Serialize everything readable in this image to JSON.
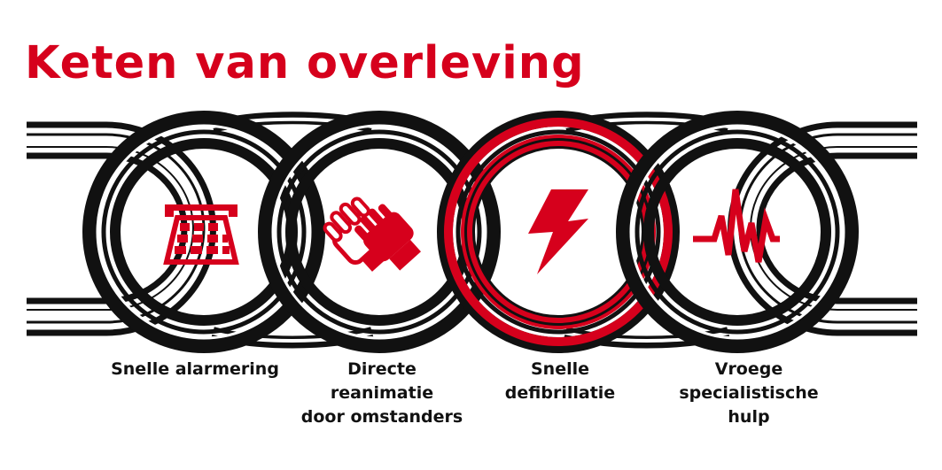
{
  "title": "Keten van overleving",
  "colors": {
    "accent": "#d6001c",
    "ink": "#111111",
    "background": "#ffffff"
  },
  "links": [
    {
      "label": "Snelle alarmering",
      "icon": "telephone-icon"
    },
    {
      "label": "Directe\nreanimatie\ndoor omstanders",
      "icon": "hands-icon"
    },
    {
      "label": "Snelle\ndefibrillatie",
      "icon": "lightning-bolt-icon",
      "highlight": true
    },
    {
      "label": "Vroege\nspecialistische\nhulp",
      "icon": "heartbeat-icon"
    }
  ]
}
